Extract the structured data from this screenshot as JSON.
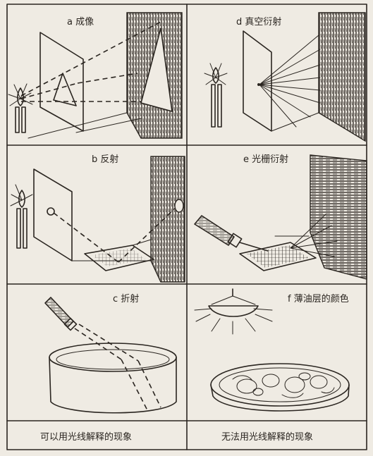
{
  "panels": {
    "a": {
      "label": "a 成像"
    },
    "b": {
      "label": "b 反射"
    },
    "c": {
      "label": "c 折射"
    },
    "d": {
      "label": "d 真空衍射"
    },
    "e": {
      "label": "e 光栅衍射"
    },
    "f": {
      "label": "f 薄油层的颜色"
    }
  },
  "captions": {
    "left": "可以用光线解释的现象",
    "right": "无法用光线解释的现象"
  }
}
